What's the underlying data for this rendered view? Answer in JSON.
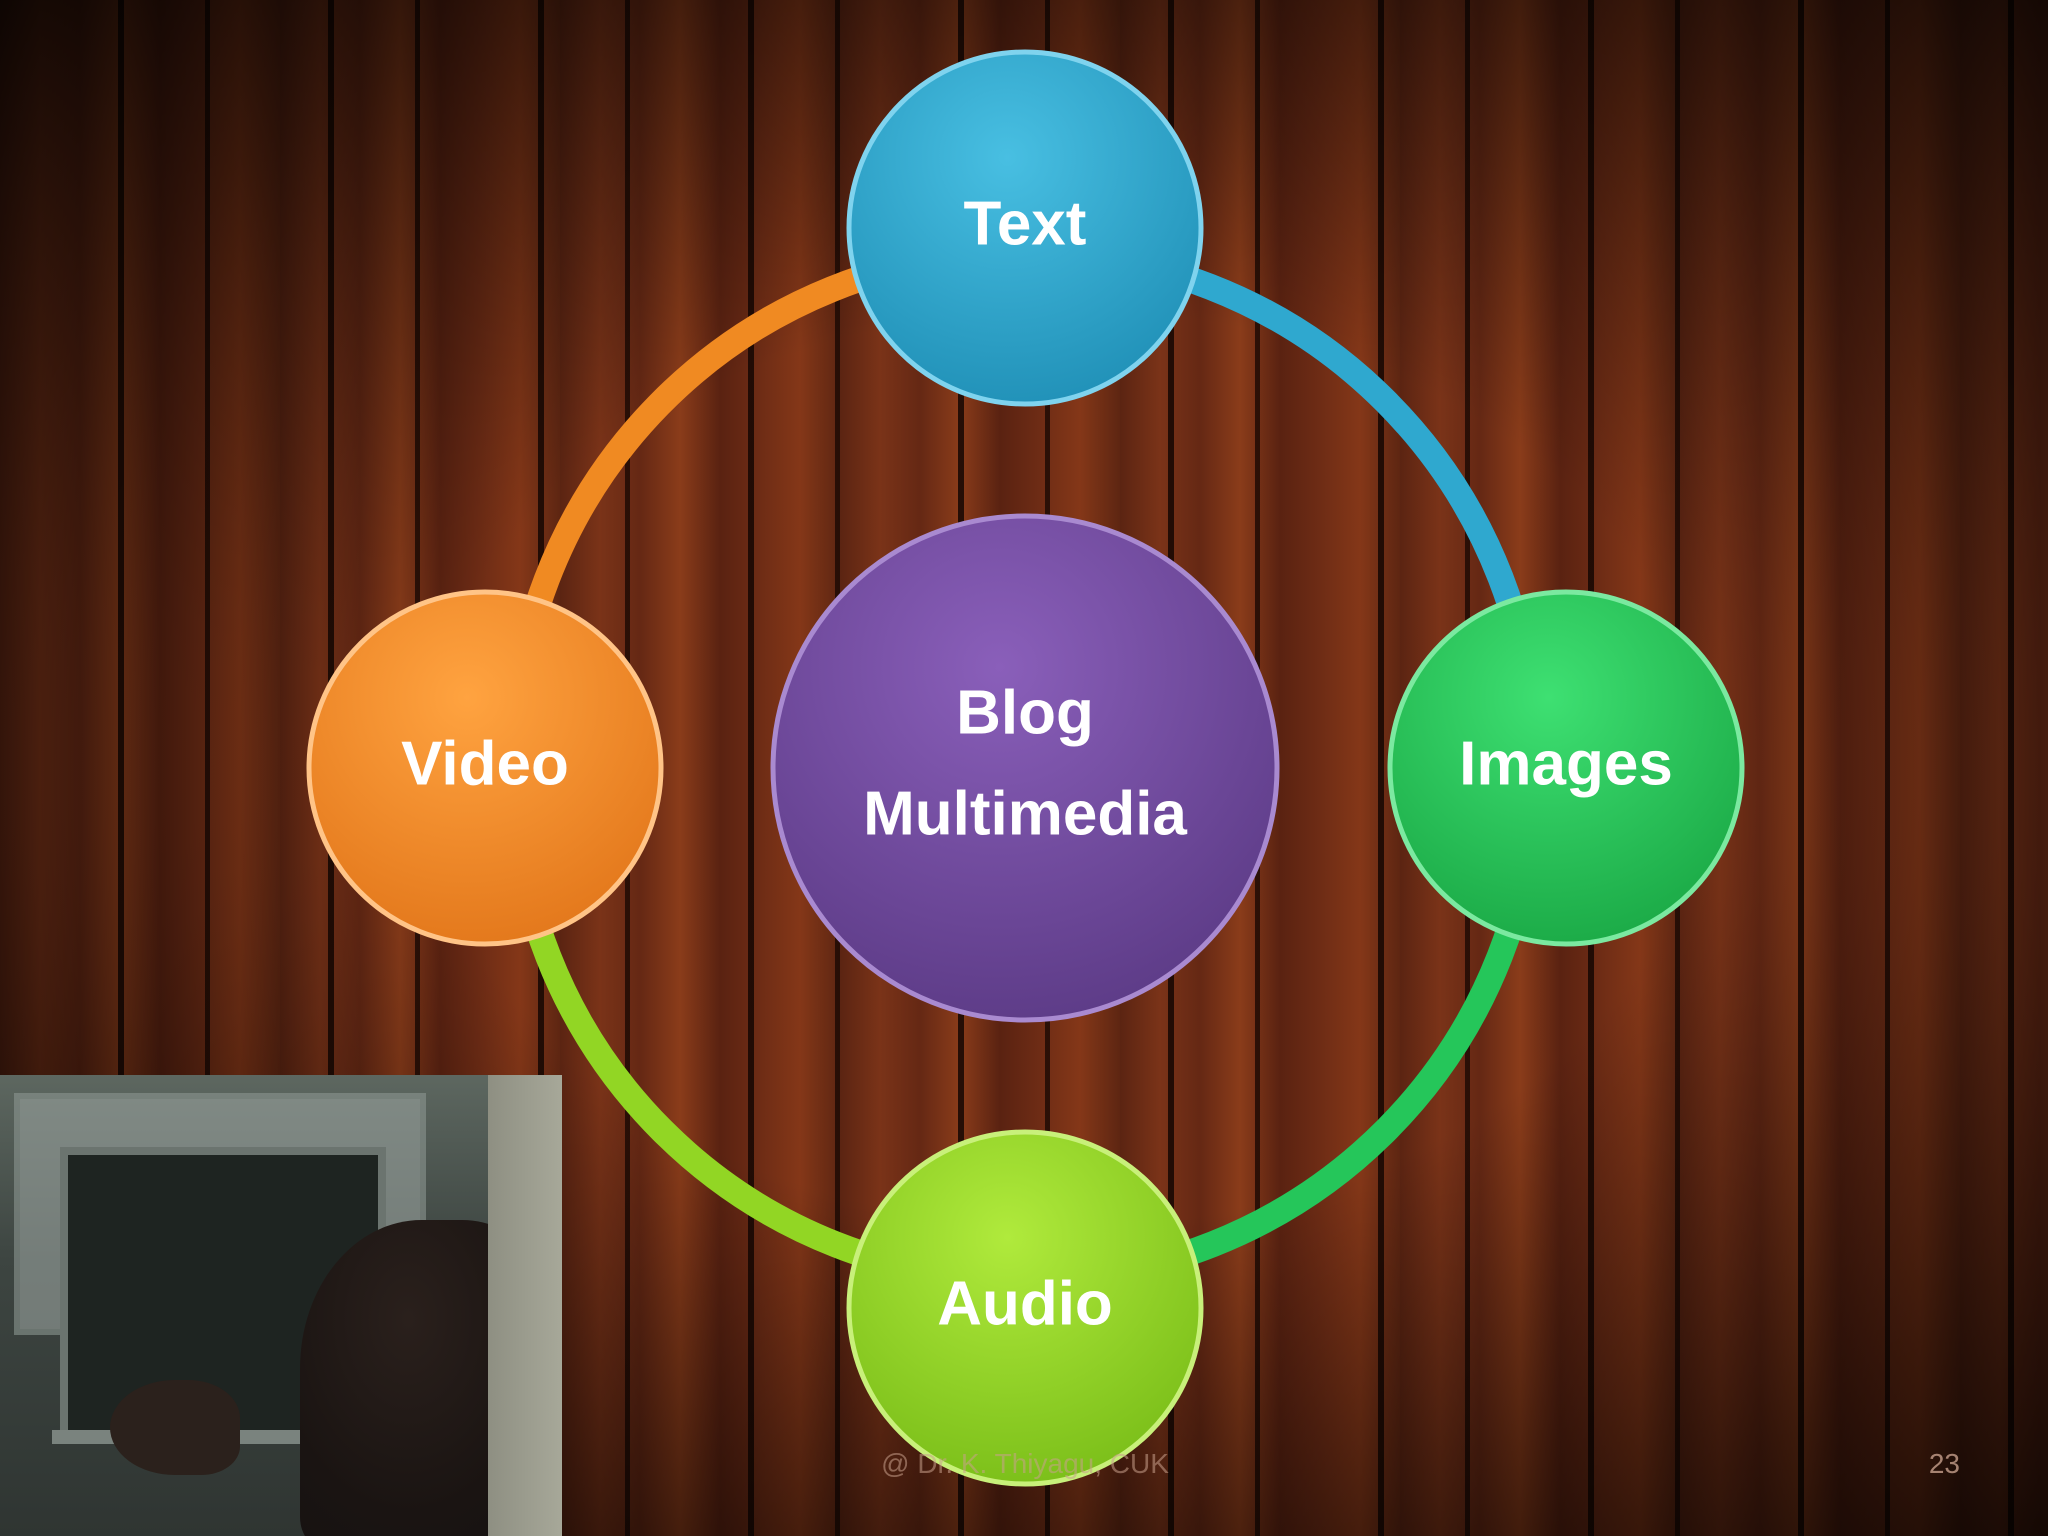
{
  "diagram": {
    "center": {
      "line1": "Blog",
      "line2": "Multimedia",
      "color": "#6f4a9a"
    },
    "nodes": [
      {
        "key": "top",
        "label": "Text",
        "color": "#2fa8cf"
      },
      {
        "key": "right",
        "label": "Images",
        "color": "#25c65a"
      },
      {
        "key": "bottom",
        "label": "Audio",
        "color": "#92d624"
      },
      {
        "key": "left",
        "label": "Video",
        "color": "#f08a22"
      }
    ]
  },
  "footer": {
    "credit": "@ Dr. K. Thiyagu, CUK",
    "page_number": "23"
  }
}
